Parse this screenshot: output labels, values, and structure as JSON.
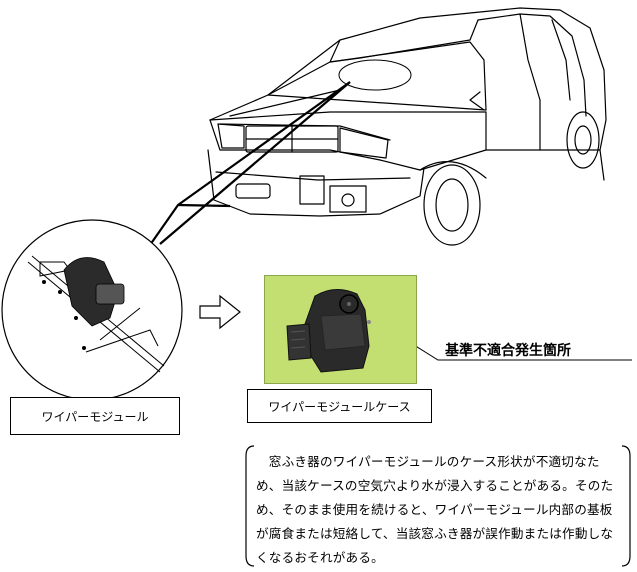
{
  "labels": {
    "module": "ワイパーモジュール",
    "module_case": "ワイパーモジュールケース",
    "defect_location": "基準不適合発生箇所"
  },
  "notice": {
    "text": "　窓ふき器のワイパーモジュールのケース形状が不適切なため、当該ケースの空気穴より水が浸入することがある。そのため、そのまま使用を続けると、ワイパーモジュール内部の基板が腐食または短絡して、当該窓ふき器が誤作動または作動しなくなるおそれがある。"
  },
  "colors": {
    "photo_background": "#c3df72",
    "module_part": "#2b2b2b"
  },
  "icons": {
    "arrow": "hollow-right-arrow-icon",
    "vehicle": "suv-line-drawing",
    "detail": "wiper-module-detail-circle"
  }
}
